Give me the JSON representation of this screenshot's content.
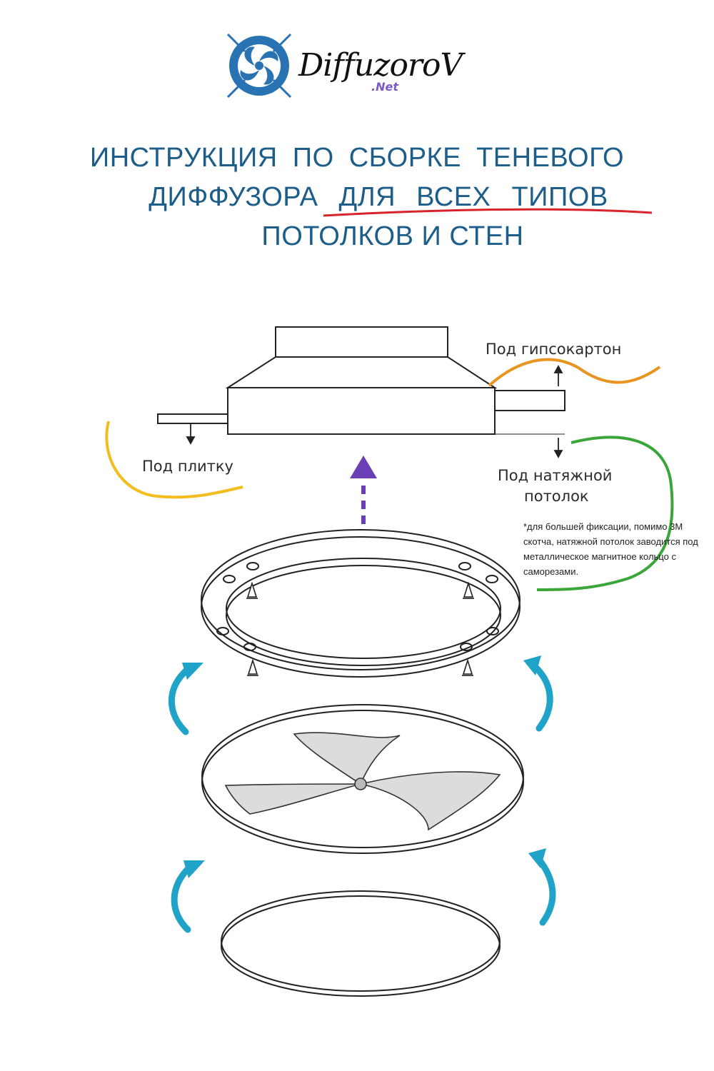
{
  "logo": {
    "brand": "DiffuzoroV",
    "sub": ".Net",
    "icon": "fan-logo-icon",
    "colors": {
      "primary": "#2a73b3",
      "text": "#111111"
    }
  },
  "title": {
    "line1": "ИНСТРУКЦИЯ ПО СБОРКЕ ТЕНЕВОГО",
    "line2": "ДИФФУЗОРА ДЛЯ ВСЕХ ТИПОВ",
    "line3": "ПОТОЛКОВ И СТЕН",
    "color": "#1d5d8a",
    "underline_color": "#d7232a"
  },
  "labels": {
    "drywall": "Под гипсокартон",
    "tile": "Под плитку",
    "stretch_ceiling_1": "Под натяжной",
    "stretch_ceiling_2": "потолок"
  },
  "note": "*для большей фиксации, помимо 3М скотча, натяжной потолок заводится под металлическое магнитное кольцо с саморезами.",
  "colors": {
    "drywall_curve": "#e8951f",
    "tile_curve": "#f2bd1f",
    "stretch_curve": "#3aa63a",
    "up_arrow": "#6a3fb5",
    "rotate_arrows": "#1fa3c8"
  }
}
